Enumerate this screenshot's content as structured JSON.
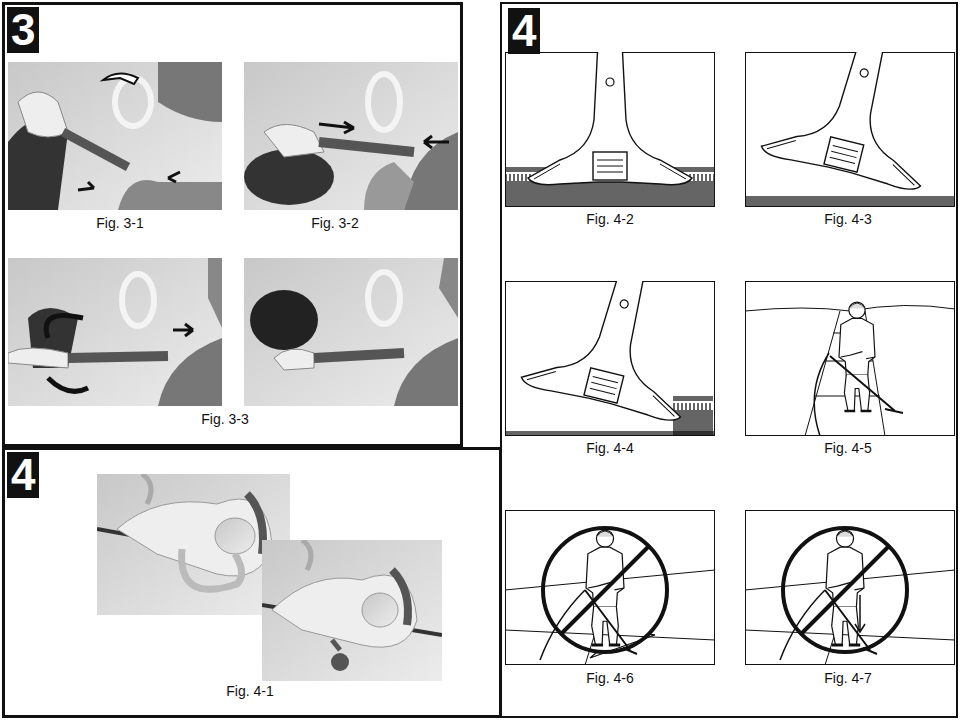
{
  "diagram": {
    "nodes": [
      {
        "text": [
          "3"
        ]
      },
      {
        "text": [
          "4"
        ]
      },
      {
        "text": [
          "4"
        ]
      }
    ],
    "labels": [
      "Fig. 3-1",
      "Fig. 3-2",
      "Fig. 3-3",
      "Fig. 4-1",
      "Fig. 4-2",
      "Fig. 4-3",
      "Fig. 4-4",
      "Fig. 4-5",
      "Fig. 4-6",
      "Fig. 4-7"
    ]
  }
}
